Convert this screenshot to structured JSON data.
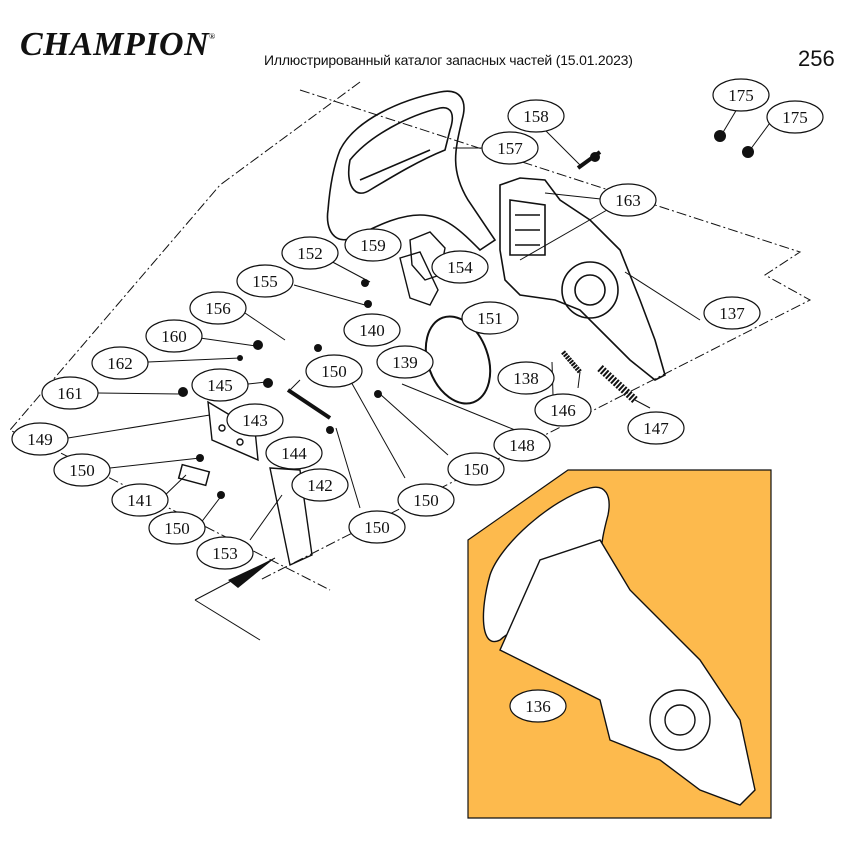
{
  "header": {
    "brand": "CHAMPION",
    "brand_mark": "®",
    "catalog_title": "Иллюстрированный каталог запасных частей (15.01.2023)",
    "page_number": "256"
  },
  "colors": {
    "inset_background": "#FDBA4D",
    "line": "#111111"
  },
  "callouts": [
    {
      "id": "c175a",
      "label": "175"
    },
    {
      "id": "c175b",
      "label": "175"
    },
    {
      "id": "c158",
      "label": "158"
    },
    {
      "id": "c157",
      "label": "157"
    },
    {
      "id": "c163",
      "label": "163"
    },
    {
      "id": "c159",
      "label": "159"
    },
    {
      "id": "c152",
      "label": "152"
    },
    {
      "id": "c154",
      "label": "154"
    },
    {
      "id": "c155",
      "label": "155"
    },
    {
      "id": "c156",
      "label": "156"
    },
    {
      "id": "c151",
      "label": "151"
    },
    {
      "id": "c137",
      "label": "137"
    },
    {
      "id": "c160",
      "label": "160"
    },
    {
      "id": "c140",
      "label": "140"
    },
    {
      "id": "c162",
      "label": "162"
    },
    {
      "id": "c139",
      "label": "139"
    },
    {
      "id": "c138",
      "label": "138"
    },
    {
      "id": "c150a",
      "label": "150"
    },
    {
      "id": "c145",
      "label": "145"
    },
    {
      "id": "c161",
      "label": "161"
    },
    {
      "id": "c146",
      "label": "146"
    },
    {
      "id": "c147",
      "label": "147"
    },
    {
      "id": "c143",
      "label": "143"
    },
    {
      "id": "c149",
      "label": "149"
    },
    {
      "id": "c148",
      "label": "148"
    },
    {
      "id": "c144",
      "label": "144"
    },
    {
      "id": "c150b",
      "label": "150"
    },
    {
      "id": "c142",
      "label": "142"
    },
    {
      "id": "c150c",
      "label": "150"
    },
    {
      "id": "c141",
      "label": "141"
    },
    {
      "id": "c150d",
      "label": "150"
    },
    {
      "id": "c150e",
      "label": "150"
    },
    {
      "id": "c150f",
      "label": "150"
    },
    {
      "id": "c153",
      "label": "153"
    },
    {
      "id": "c136",
      "label": "136"
    }
  ]
}
